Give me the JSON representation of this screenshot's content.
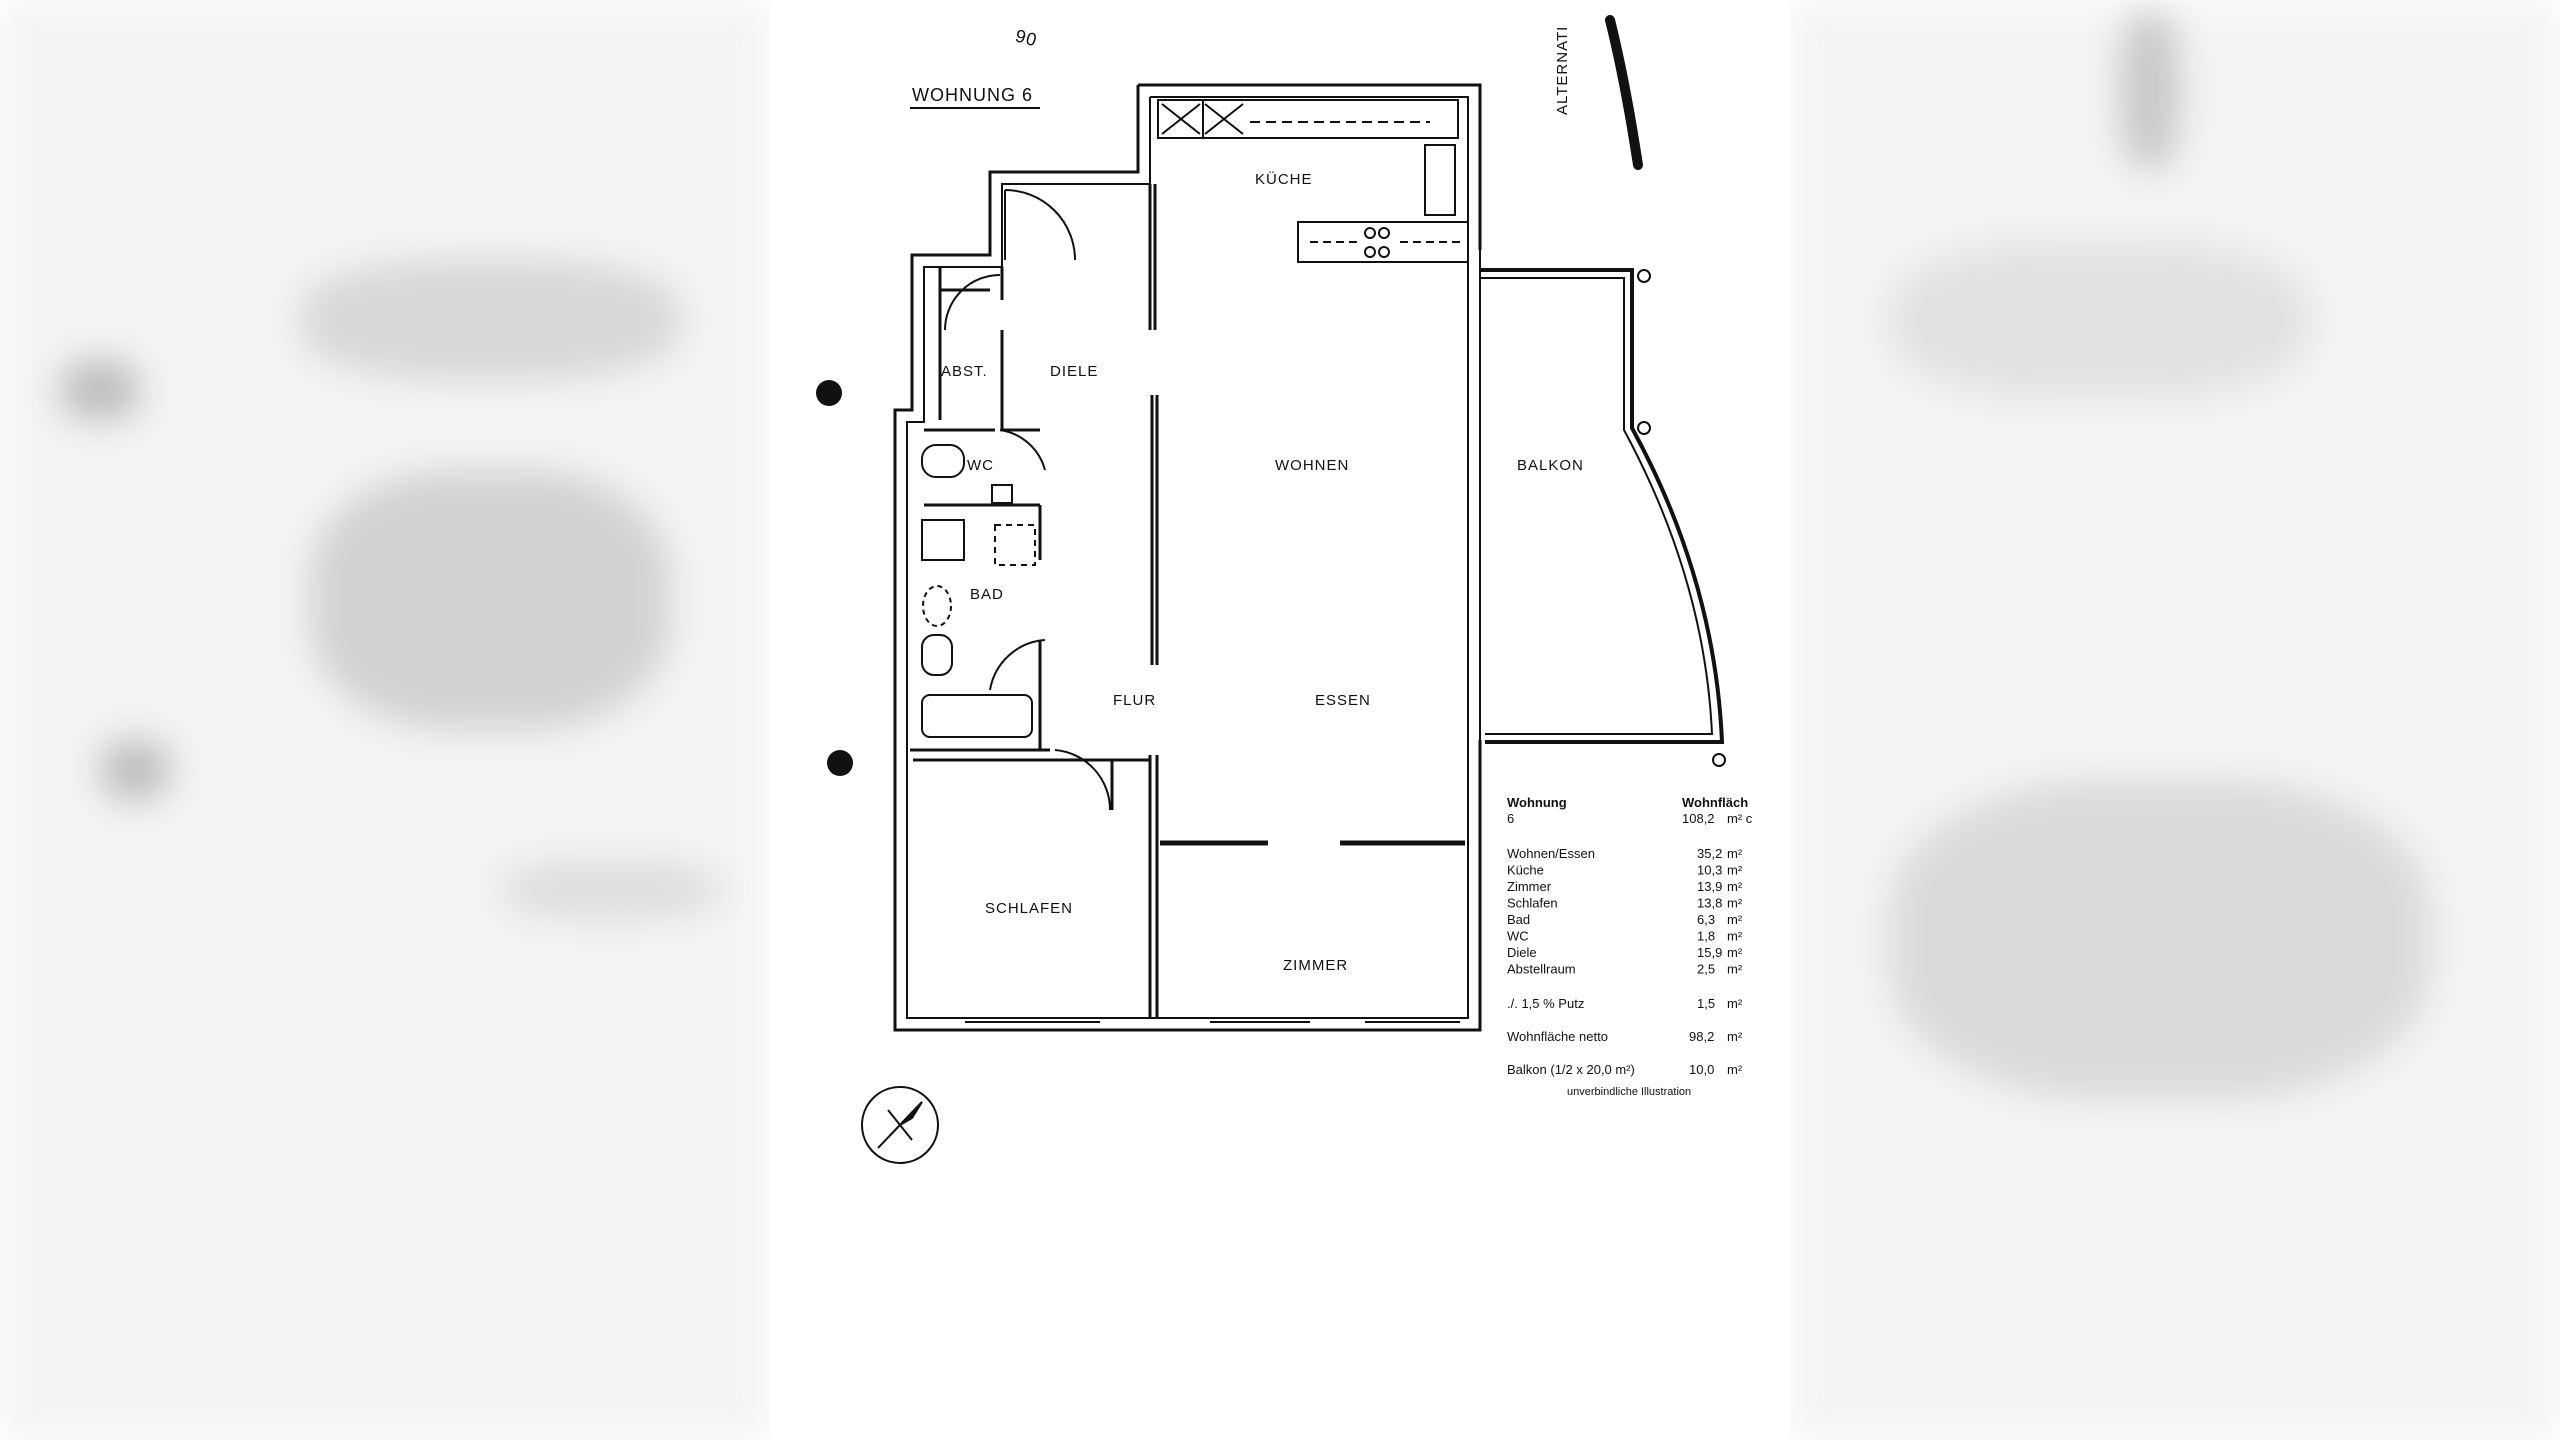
{
  "plan": {
    "title": "WOHNUNG 6",
    "handwritten_number": "90",
    "edge_note": "ALTERNATI",
    "rooms": {
      "kueche": "KÜCHE",
      "diele": "DIELE",
      "abst": "ABST.",
      "wc": "WC",
      "bad": "BAD",
      "wohnen": "WOHNEN",
      "balkon": "BALKON",
      "flur": "FLUR",
      "essen": "ESSEN",
      "schlafen": "SCHLAFEN",
      "zimmer": "ZIMMER"
    }
  },
  "area_table": {
    "head_left": "Wohnung",
    "head_right": "Wohnfläch",
    "unit_no": "6",
    "total_value": "108,2",
    "total_unit": "m² c",
    "rows": [
      {
        "label": "Wohnen/Essen",
        "value": "35,2",
        "unit": "m²"
      },
      {
        "label": "Küche",
        "value": "10,3",
        "unit": "m²"
      },
      {
        "label": "Zimmer",
        "value": "13,9",
        "unit": "m²"
      },
      {
        "label": "Schlafen",
        "value": "13,8",
        "unit": "m²"
      },
      {
        "label": "Bad",
        "value": "6,3",
        "unit": "m²"
      },
      {
        "label": "WC",
        "value": "1,8",
        "unit": "m²"
      },
      {
        "label": "Diele",
        "value": "15,9",
        "unit": "m²"
      },
      {
        "label": "Abstellraum",
        "value": "2,5",
        "unit": "m²"
      }
    ],
    "putz_label": "./. 1,5 % Putz",
    "putz_value": "1,5",
    "putz_unit": "m²",
    "netto_label": "Wohnfläche netto",
    "netto_value": "98,2",
    "netto_unit": "m²",
    "balkon_label": "Balkon (1/2 x 20,0 m²)",
    "balkon_value": "10,0",
    "balkon_unit": "m²",
    "footnote": "unverbindliche Illustration"
  },
  "icons": {
    "compass": "compass-rose-icon",
    "binder_holes": "punch-hole-icon"
  },
  "colors": {
    "ink": "#111111",
    "paper": "#ffffff",
    "backdrop": "#f4f4f4"
  }
}
